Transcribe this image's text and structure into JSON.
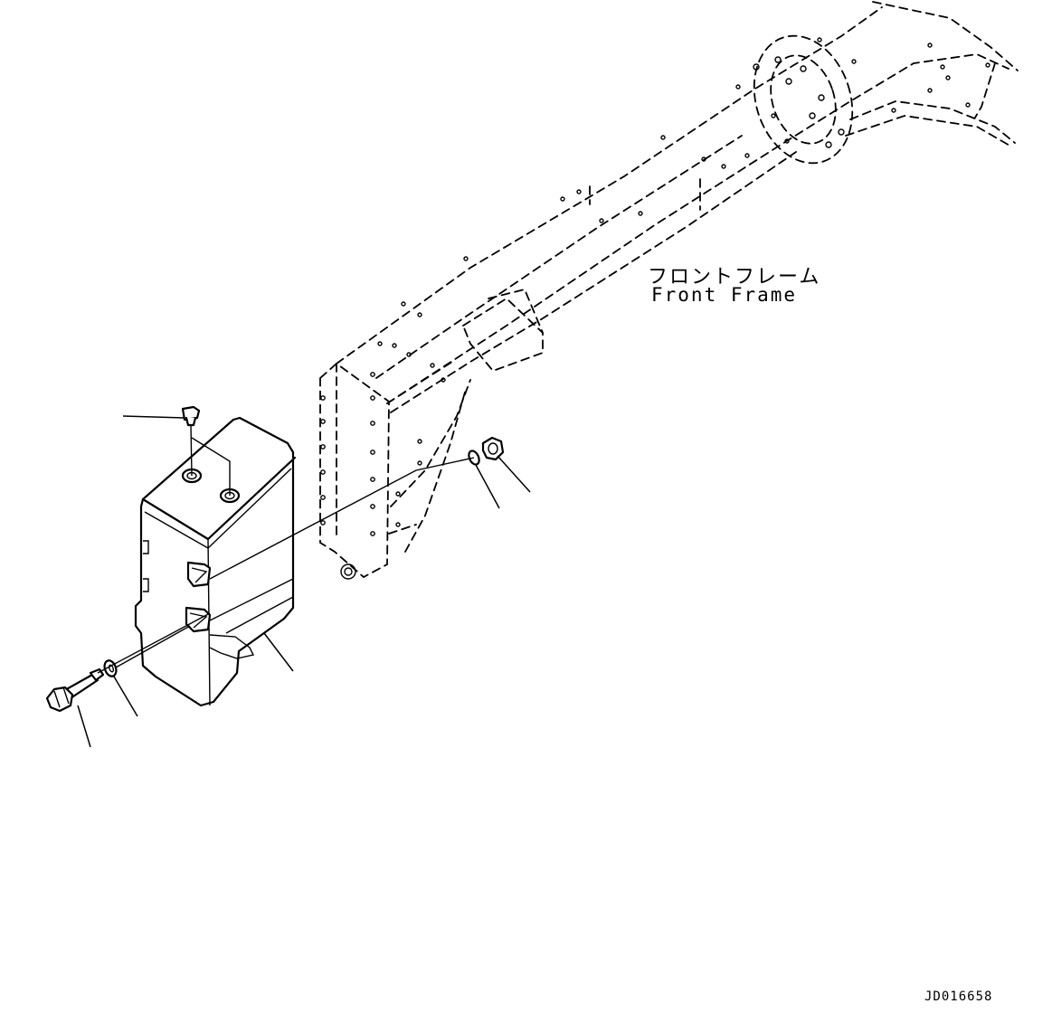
{
  "frame_label": {
    "japanese": "フロントフレーム",
    "english": "Front Frame"
  },
  "drawing_id": "JD016658",
  "colors": {
    "line": "#000000",
    "background": "#ffffff"
  }
}
